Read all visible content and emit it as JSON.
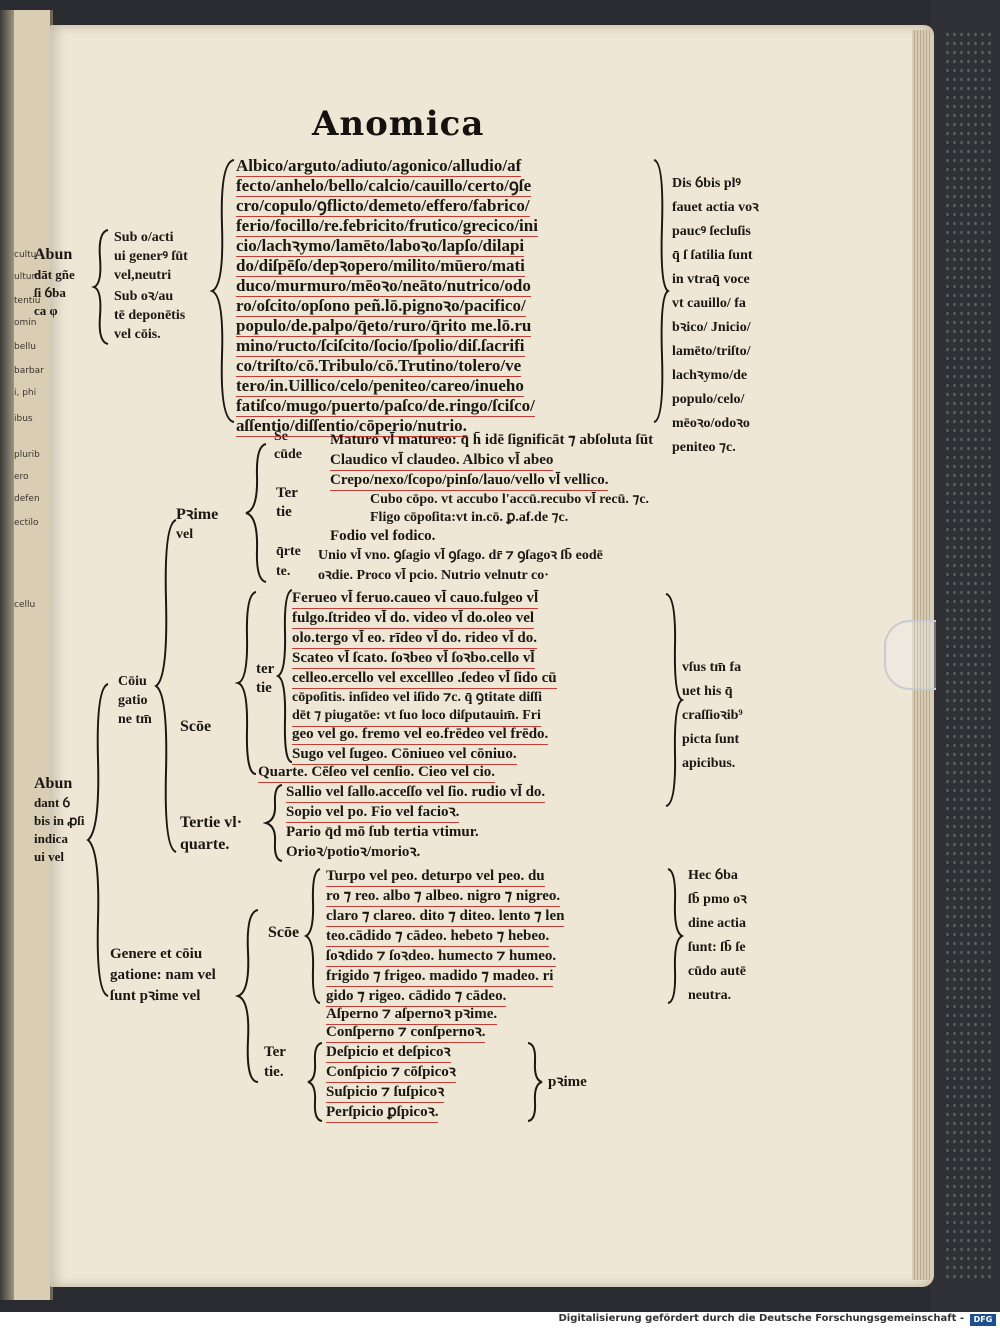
{
  "title": "Anomica",
  "left_page_fragments": [
    "cultu",
    "ultum",
    "tentiu",
    "omin",
    "bellu",
    "barbar",
    "i, phi",
    "ibus",
    "plurib",
    "ero",
    "defen",
    "ectilo",
    "cellu"
  ],
  "left_headings": {
    "abun1": [
      "Abun",
      "dāt gñe",
      "ſi ỽba",
      "ca φ"
    ],
    "sub_acti": [
      "Sub o/acti",
      "ui generꝰ ſūt",
      "vel,neutri"
    ],
    "sub_aut": [
      "Sub oꝛ/au",
      "tē deponētis",
      "vel cōis."
    ],
    "abun2": [
      "Abun",
      "dant ỽ",
      "bis in ꝓſi",
      "indica",
      "ui vel"
    ],
    "coniugatione": [
      "Cōiu",
      "gatio",
      "ne tm̄"
    ],
    "genere": [
      "Genere et cōiu",
      "gatione: nam vel",
      "ſunt pꝛime vel"
    ],
    "prime": [
      "Pꝛime",
      "vel"
    ],
    "scde1": "Scōe",
    "tertie_vl": [
      "Tertie vl·",
      "quarte."
    ],
    "secunde": [
      "Se",
      "cūde"
    ],
    "tertie1": [
      "Ter",
      "tie"
    ],
    "quarte1": [
      "q̄rte",
      "te."
    ],
    "tertie2": [
      "ter",
      "tie"
    ],
    "scde2": "Scōe",
    "tertie3": [
      "Ter",
      "tie."
    ]
  },
  "main_lines": [
    "Albico/arguto/adiuto/agonico/alludio/af",
    "fecto/anhelo/bello/calcio/cauillo/certo/ꝯſe",
    "cro/copulo/ꝯflicto/demeto/effero/fabrico/",
    "ferio/focillo/re.febricito/frutico/grecico/ini",
    "cio/lachꝛymo/lamēto/laboꝛo/lapſo/dilapi",
    "do/diſpēſo/depꝛopero/milito/mūero/mati",
    "duco/murmuro/mēoꝛo/neāto/nutrico/odo",
    "ro/oſcito/opſono peñ.lō.pignoꝛo/pacifico/",
    "populo/de.palpo/q̄eto/ruro/q̄rito me.lō.ru",
    "mino/ructo/ſciſcito/ſocio/ſpolio/diſ.ſacrifi",
    "co/triſto/cō.Tribulo/cō.Trutino/tolero/ve",
    "tero/in.Uillico/celo/peniteo/careo/inueho",
    "fatiſco/mugo/puerto/paſco/de.ringo/ſciſco/",
    "aſſentio/diſſentio/cōperio/nutrio."
  ],
  "right_note1": [
    "Dis ỽbis plꝰ",
    "fauet actia voꝛ",
    "paucꝰ ſecluſis",
    "q̄ ſ ſatilia ſunt",
    "in vtraq̄ voce",
    "vt cauillo/ fa",
    "bꝛico/ Jnicio/",
    "lamēto/triſto/",
    "lachꝛymo/de",
    "populo/celo/",
    "mēoꝛo/odoꝛo",
    "peniteo ⁊c."
  ],
  "secunde_lines": [
    "Maturo vl̄ matureo: q̄ h̄ idē ſignificāt ⁊ abſoluta ſūt",
    "Claudico vl̄ claudeo. Albico vl̄ abeo"
  ],
  "tertie1_lines": [
    "Crepo/nexo/ſcopo/pinſo/lauo/vello vl̄ vellico.",
    "Cubo cōpo. vt accubo l'accū.recubo vl̄ recū. ⁊c.",
    "Fligo cōpoſita:vt in.cō. ꝑ.af.de ⁊c.",
    "Fodio vel fodico."
  ],
  "quarte1_lines": [
    "Unio vl̄ vno. ꝯſagio vl̄ ꝯſago. dr̄ ⁊ ꝯſagoꝛ ſb̄ eodē",
    "oꝛdie. Proco vl̄ pcio.  Nutrio velnutr co·"
  ],
  "tertie2_lines": [
    "Ferueo vl̄ feruo.caueo vl̄ cauo.fulgeo vl̄",
    "fulgo.ſtrideo vl̄ do. video vl̄ do.oleo vel",
    "olo.tergo vl̄ eo. rīdeo vl̄ do. rideo vl̄ do.",
    "Scateo vl̄ ſcato. ſoꝛbeo vl̄ ſoꝛbo.cello vl̄",
    "celleo.ercello vel excellleo .ſedeo vl̄ ſido cū",
    "cōpoſitis. inſideo vel iſido ⁊c. q̄ ꝯtitate diſſi",
    "dēt ⁊ piugatōe: vt ſuo loco diſputauim̄. Fri",
    "geo vel go. fremo vel eo.frēdeo vel frēdo.",
    "Sugo vel ſugeo. Cōniueo vel cōniuo."
  ],
  "right_note2": [
    "vſus tm̄ fa",
    "uet his q̄",
    "craſſioꝛib⁹",
    "picta ſunt",
    "apicibus."
  ],
  "quarte_line": "Quarte. Cēſeo vel cenſio. Cieo vel cio.",
  "tertie_vl_lines": [
    "Sallio vel ſallo.acceſſo vel ſio. rudio vl̄ do.",
    "Sopio vel po. Fio vel facioꝛ.",
    "Pario q̄d mō ſub tertia vtimur.",
    "Orioꝛ/potioꝛ/morioꝛ."
  ],
  "scde2_lines": [
    "Turpo vel peo. deturpo vel peo. du",
    "ro ⁊ reo. albo ⁊ albeo. nigro ⁊ nigreo.",
    "claro ⁊ clareo. dito ⁊ diteo. lento ⁊ len",
    "teo.cādido ⁊ cādeo. hebeto ⁊ hebeo.",
    "ſoꝛdido ⁊ ſoꝛdeo. humecto ⁊ humeo.",
    "frigido ⁊ frigeo. madido ⁊ madeo. ri",
    "gido ⁊ rigeo. cādido ⁊ cādeo."
  ],
  "right_note3": [
    "Hec ỽba",
    "ſb̄ pmo oꝛ",
    "dine actia",
    "ſunt: ſb̄ ſe",
    "cūdo autē",
    "neutra."
  ],
  "tertie3_pre": [
    "Aſperno ⁊ aſpernoꝛ pꝛime.",
    "Conſperno ⁊ conſpernoꝛ."
  ],
  "tertie3_lines": [
    "Deſpicio et deſpicoꝛ",
    "Conſpicio ⁊ cōſpicoꝛ",
    "Suſpicio ⁊ ſuſpicoꝛ",
    "Perſpicio ꝑſpicoꝛ."
  ],
  "prime_label": "pꝛime",
  "footer": "Digitalisierung gefördert durch die Deutsche Forschungsgemeinschaft -",
  "logo_text": "DFG",
  "colors": {
    "paper": "#efe7d5",
    "ink": "#1b1713",
    "rubric": "#c43d34",
    "cover": "#2a2b30"
  }
}
